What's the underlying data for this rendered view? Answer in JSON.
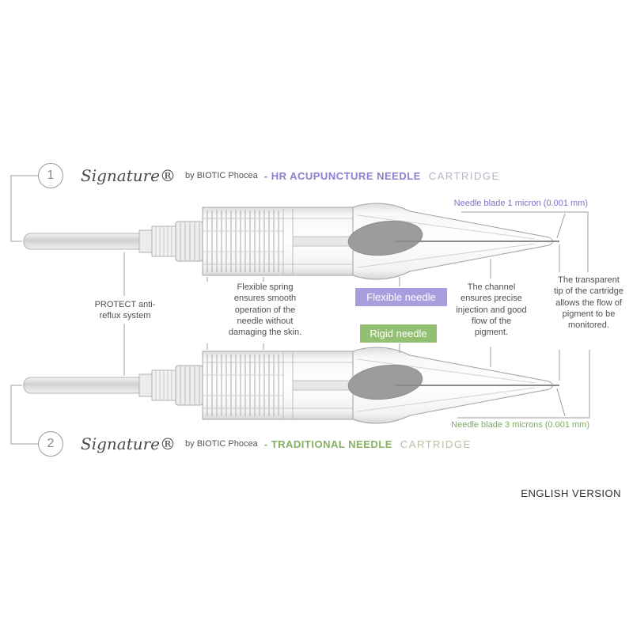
{
  "colors": {
    "purple_title": "#8b80cf",
    "purple_badge": "#a79edd",
    "purple_label": "#7b72c6",
    "green_title": "#83b163",
    "green_badge": "#93bf72",
    "green_label": "#7dad5e",
    "cartridge_gray": "#b6b4c6",
    "cartridge_green": "#b3c2a6",
    "body_text": "#4f4f4f",
    "line_gray": "#9e9e9e"
  },
  "sections": [
    {
      "number": "1",
      "brand": "Signature®",
      "byline": "by BIOTIC Phocea",
      "title": "- HR ACUPUNCTURE NEEDLE",
      "cartridge": "CARTRIDGE",
      "blade_label": "Needle blade 1 micron (0.001 mm)"
    },
    {
      "number": "2",
      "brand": "Signature®",
      "byline": "by BIOTIC Phocea",
      "title": "- TRADITIONAL NEEDLE",
      "cartridge": "CARTRIDGE",
      "blade_label": "Needle blade 3 microns (0.001 mm)"
    }
  ],
  "annotations": {
    "protect": "PROTECT anti-reflux system",
    "spring": "Flexible spring ensures smooth operation of the needle without damaging the skin.",
    "flexible_badge": "Flexible needle",
    "rigid_badge": "Rigid needle",
    "channel": "The channel ensures precise injection and good flow of the pigment.",
    "transparent_tip": "The transparent tip of the cartridge allows the flow of pigment to be monitored.",
    "footer": "ENGLISH VERSION"
  }
}
